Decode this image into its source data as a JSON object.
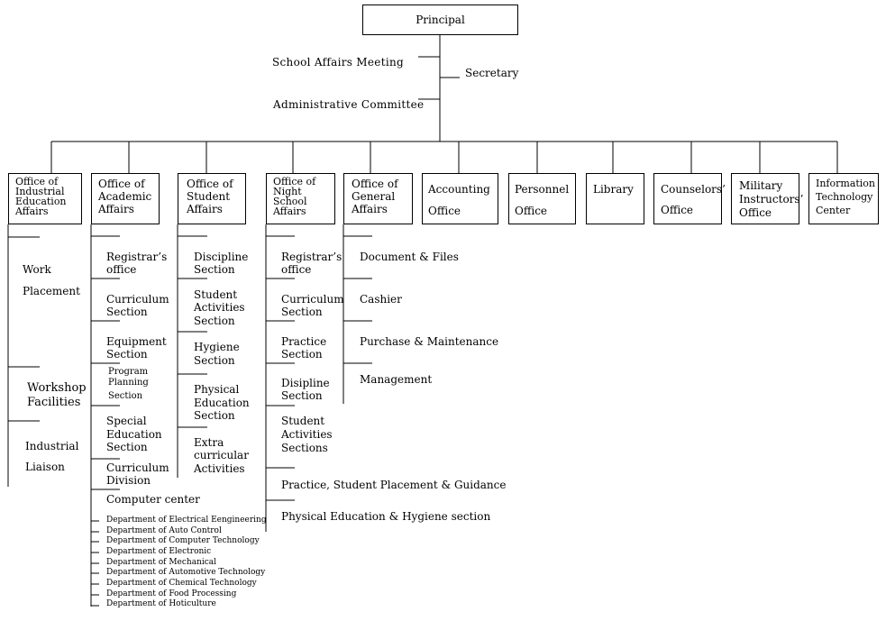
{
  "principal": "Principal",
  "school_affairs_meeting": "School Affairs Meeting",
  "secretary": "Secretary",
  "administrative_committee": "Administrative Committee",
  "offices": {
    "industrial": [
      "Office of",
      "Industrial",
      "Education",
      "Affairs"
    ],
    "academic": [
      "Office of",
      "Academic",
      "Affairs"
    ],
    "student": [
      "Office of",
      "Student",
      "Affairs"
    ],
    "night": [
      "Office of",
      "Night",
      "School",
      "Affairs"
    ],
    "general": [
      "Office of",
      "General",
      "Affairs"
    ],
    "accounting": [
      "Accounting",
      "Office"
    ],
    "personnel": [
      "Personnel",
      "Office"
    ],
    "library": "Library",
    "counselors": [
      "Counselors’",
      "Office"
    ],
    "military": [
      "Military",
      "Instructors’",
      "Office"
    ],
    "it_center": [
      "Information",
      "Technology",
      "Center"
    ]
  },
  "industrial_items": {
    "work_placement": [
      "Work",
      "Placement"
    ],
    "workshop_facilities": [
      "Workshop",
      "Facilities"
    ],
    "industrial_liaison": [
      "Industrial",
      "Liaison"
    ]
  },
  "academic_items": {
    "registrar": [
      "Registrar’s",
      "office"
    ],
    "curriculum_section": [
      "Curriculum",
      "Section"
    ],
    "equipment_section": [
      "Equipment",
      "Section"
    ],
    "program_planning": [
      "Program",
      "Planning",
      "Section"
    ],
    "special_education": [
      "Special",
      "Education",
      "Section"
    ],
    "curriculum_division": [
      "Curriculum",
      "Division"
    ],
    "computer_center": "Computer center",
    "departments": [
      "Department of Electrical Eengineering",
      "Department of Auto Control",
      "Department of Computer Technology",
      "Department of Electronic",
      "Department of Mechanical",
      "Department of Automotive Technology",
      "Department of Chemical Technology",
      "Department of Food Processing",
      "Department of Hoticulture"
    ]
  },
  "student_items": {
    "discipline": [
      "Discipline",
      "Section"
    ],
    "activities": [
      "Student",
      "Activities",
      "Section"
    ],
    "hygiene": [
      "Hygiene",
      "Section"
    ],
    "physical_education": [
      "Physical",
      "Education",
      "Section"
    ],
    "extra_curricular": [
      "Extra",
      "curricular",
      "Activities"
    ]
  },
  "night_items": {
    "registrar": [
      "Registrar’s",
      "office"
    ],
    "curriculum": [
      "Curriculum",
      "Section"
    ],
    "practice": [
      "Practice",
      "Section"
    ],
    "discipline": [
      "Disipline",
      "Section"
    ],
    "student_activities": [
      "Student",
      "Activities",
      "Sections"
    ],
    "placement": "Practice, Student Placement & Guidance",
    "pe_hygiene": "Physical Education & Hygiene section"
  },
  "general_items": {
    "document": "Document & Files",
    "cashier": "Cashier",
    "purchase": "Purchase & Maintenance",
    "management": "Management"
  }
}
